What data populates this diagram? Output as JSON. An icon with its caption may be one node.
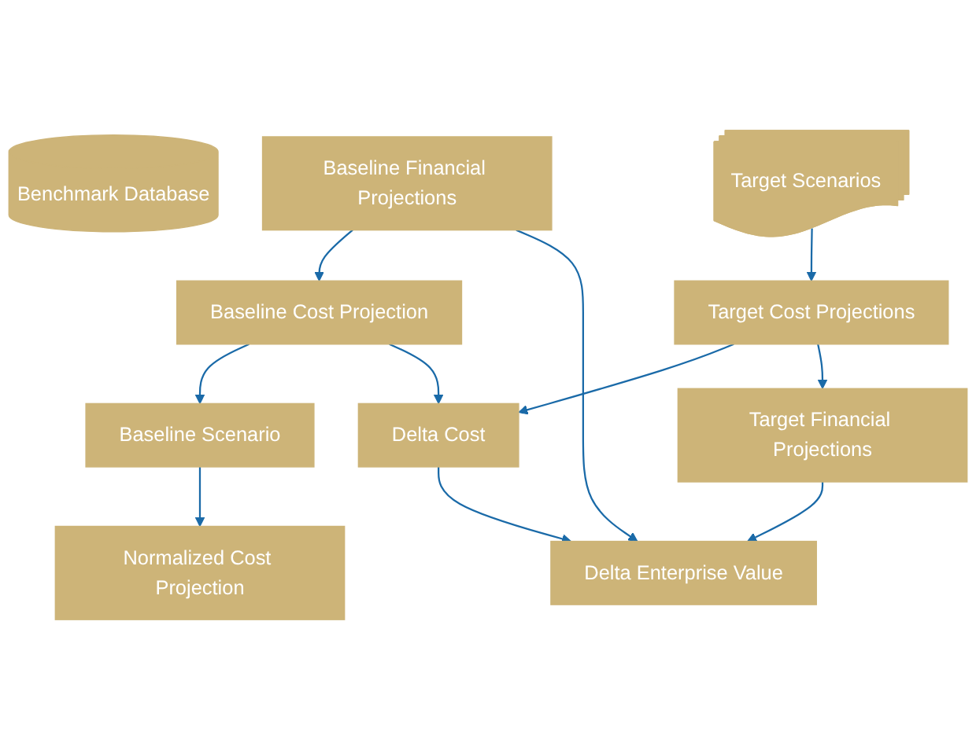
{
  "diagram": {
    "nodes": [
      {
        "text": [
          "Baseline Scenario"
        ]
      },
      {
        "text": [
          "Benchmark Database"
        ]
      },
      {
        "text": [
          "Target Scenarios"
        ]
      },
      {
        "text": [
          "Normalized Cost Projection"
        ]
      },
      {
        "text": [
          "Baseline Cost Projection"
        ]
      },
      {
        "text": [
          "Delta Cost"
        ]
      },
      {
        "text": [
          "Target Cost Projections"
        ]
      },
      {
        "text": [
          "Baseline Financial Projections"
        ]
      },
      {
        "text": [
          "Delta Enterprise Value"
        ]
      },
      {
        "text": [
          "Target Financial Projections"
        ]
      }
    ],
    "edges": [
      {
        "from": 0,
        "to": 3,
        "arrow": "to"
      },
      {
        "from": 2,
        "to": 6,
        "arrow": "to"
      },
      {
        "from": 4,
        "to": 0,
        "arrow": "to"
      },
      {
        "from": 4,
        "to": 5,
        "arrow": "to"
      },
      {
        "from": 6,
        "to": 5,
        "arrow": "to"
      },
      {
        "from": 5,
        "to": 8,
        "arrow": "to"
      },
      {
        "from": 7,
        "to": 4,
        "arrow": "to"
      },
      {
        "from": 7,
        "to": 8,
        "arrow": "to"
      },
      {
        "from": 6,
        "to": 9,
        "arrow": "to"
      },
      {
        "from": 9,
        "to": 8,
        "arrow": "to"
      }
    ]
  }
}
